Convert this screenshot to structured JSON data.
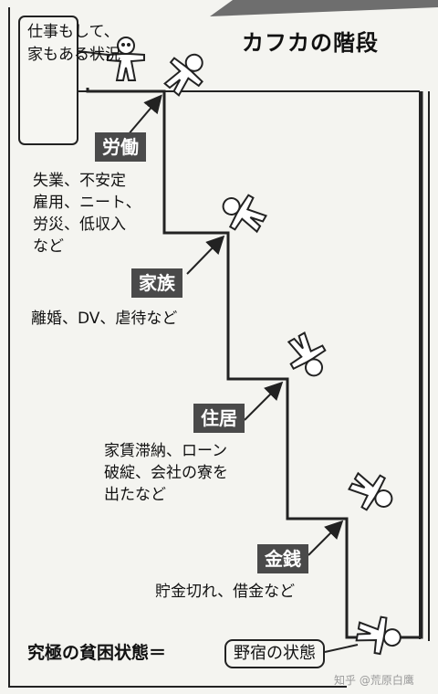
{
  "title": "カフカの階段",
  "callout": {
    "lines": [
      "仕事もして、",
      "家もある状況"
    ]
  },
  "steps": [
    {
      "label": "労働",
      "note_lines": [
        "失業、不安定",
        "雇用、ニート、",
        "労災、低収入",
        "など"
      ]
    },
    {
      "label": "家族",
      "note_lines": [
        "離婚、DV、虐待など"
      ]
    },
    {
      "label": "住居",
      "note_lines": [
        "家賃滞納、ローン",
        "破綻、会社の寮を",
        "出たなど"
      ]
    },
    {
      "label": "金銭",
      "note_lines": [
        "貯金切れ、借金など"
      ]
    }
  ],
  "ultimate": {
    "text": "究極の貧困状態",
    "equals": "＝",
    "state": "野宿の状態"
  },
  "watermark": "知乎 @荒原白鹰",
  "colors": {
    "label_bg": "#4a4a4a",
    "page_bg": "#f4f4f0",
    "frame": "#6e6e6e"
  },
  "icons": [
    "stick-figure-icon",
    "arrow-up-right-icon"
  ]
}
